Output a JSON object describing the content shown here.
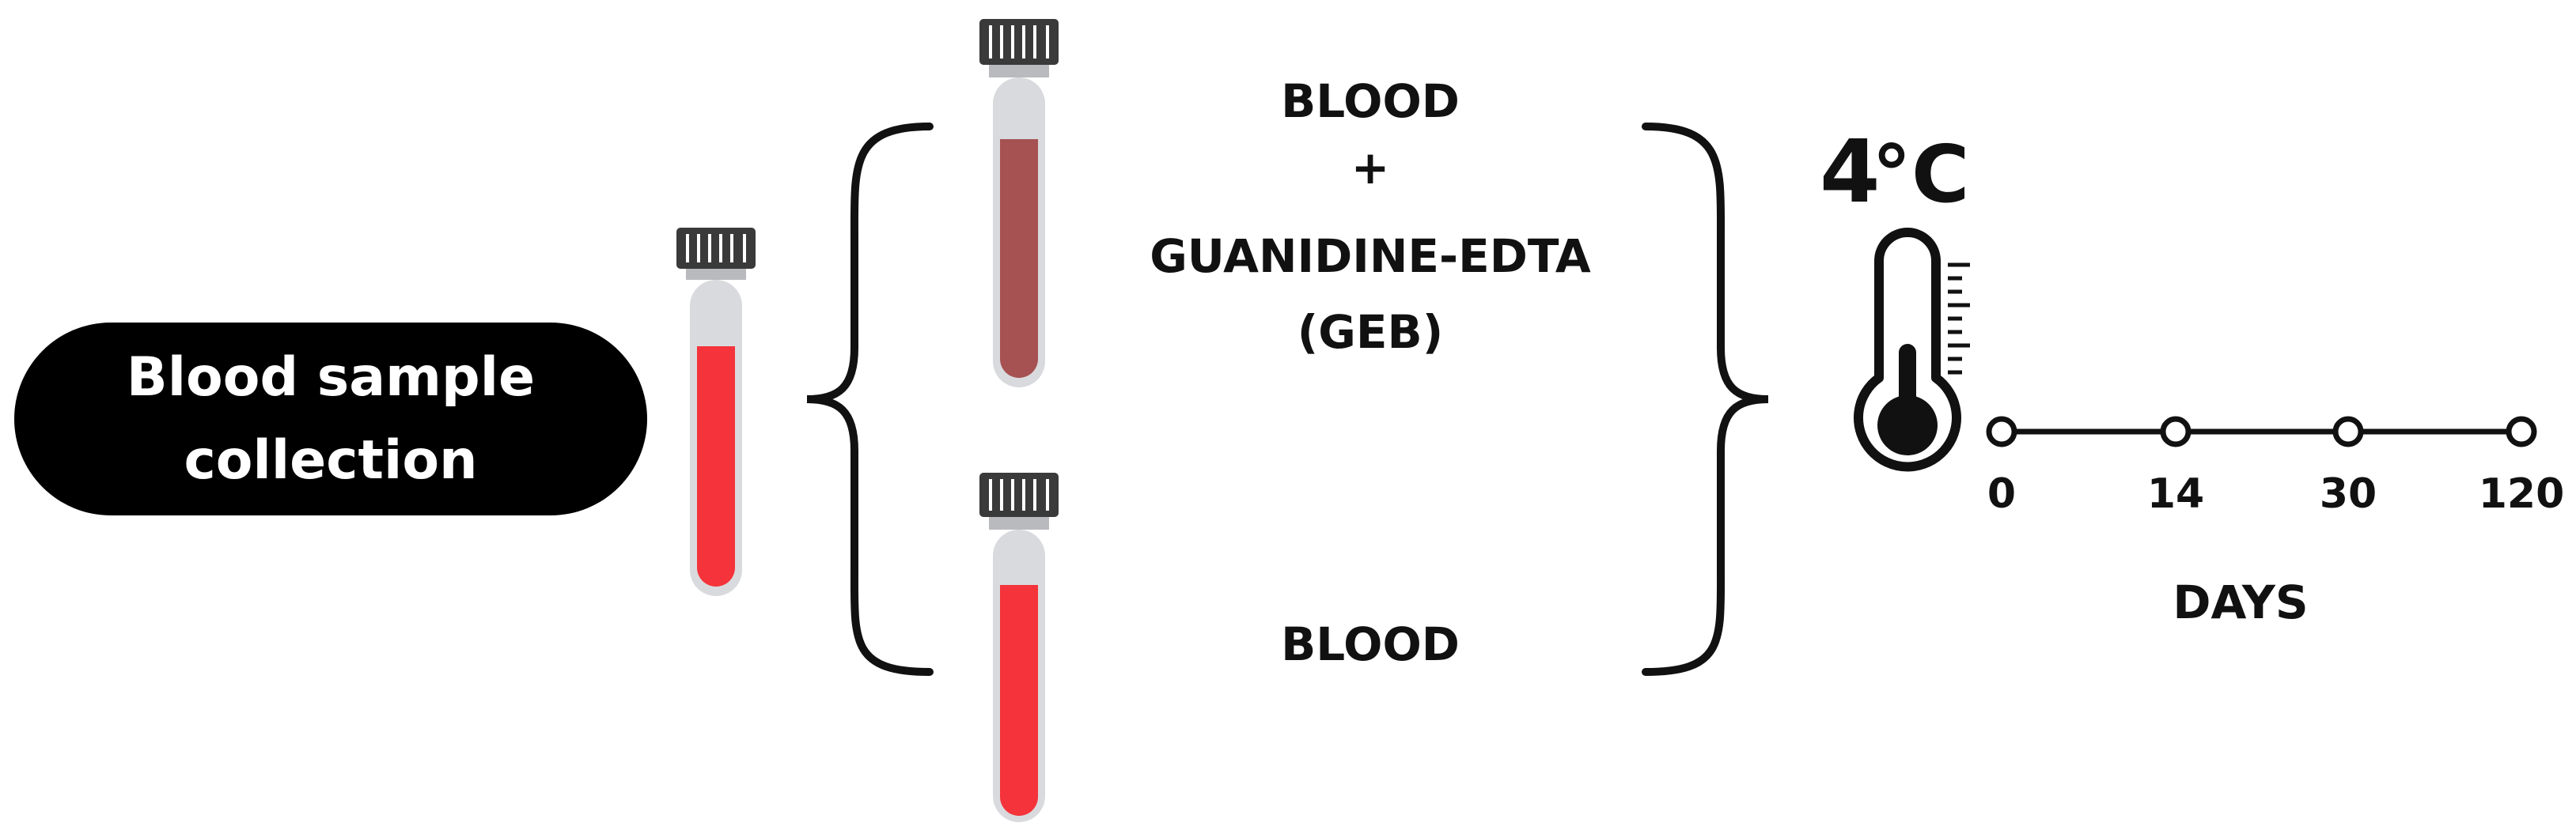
{
  "collection_label": {
    "line1": "Blood sample",
    "line2": "collection"
  },
  "conditions": {
    "geb": {
      "line1": "BLOOD",
      "line2": "+",
      "line3": "GUANIDINE-EDTA",
      "line4": "(GEB)"
    },
    "plain": {
      "line1": "BLOOD"
    }
  },
  "storage": {
    "temperature": "4",
    "unit": "°C"
  },
  "timeline": {
    "points": [
      "0",
      "14",
      "30",
      "120"
    ],
    "label": "DAYS"
  },
  "colors": {
    "blood_red": "#f5333a",
    "geb_mix": "#a65252",
    "pill_bg": "#000000",
    "tube_body": "#d9dadd",
    "cap": "#3a3a3a",
    "line": "#111111"
  }
}
